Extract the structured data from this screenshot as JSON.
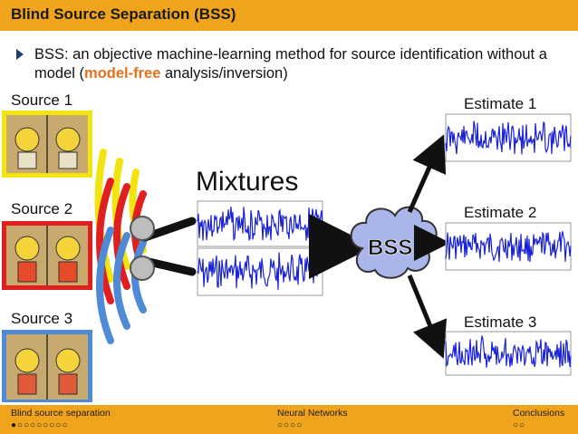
{
  "slide": {
    "title": "Blind Source Separation (BSS)",
    "bullet": {
      "prefix": "BSS: an objective machine-learning method for source identification without a model (",
      "highlight": "model-free",
      "suffix": " analysis/inversion)"
    }
  },
  "diagram": {
    "sources": [
      "Source 1",
      "Source 2",
      "Source 3"
    ],
    "mixtures_label": "Mixtures",
    "bss_label": "BSS",
    "estimates": [
      "Estimate 1",
      "Estimate 2",
      "Estimate 3"
    ]
  },
  "colors": {
    "accent": "#f0a41c",
    "highlight": "#e8701c",
    "waveform": "#1a22d8",
    "source1_frame": "#f2e410",
    "source2_frame": "#e02020",
    "source3_frame": "#4f8ad6"
  },
  "footer": {
    "sections": [
      {
        "label": "Blind source separation",
        "dots": "●○○○○○○○○"
      },
      {
        "label": "Neural Networks",
        "dots": "○○○○"
      },
      {
        "label": "Conclusions",
        "dots": "○○"
      }
    ]
  }
}
